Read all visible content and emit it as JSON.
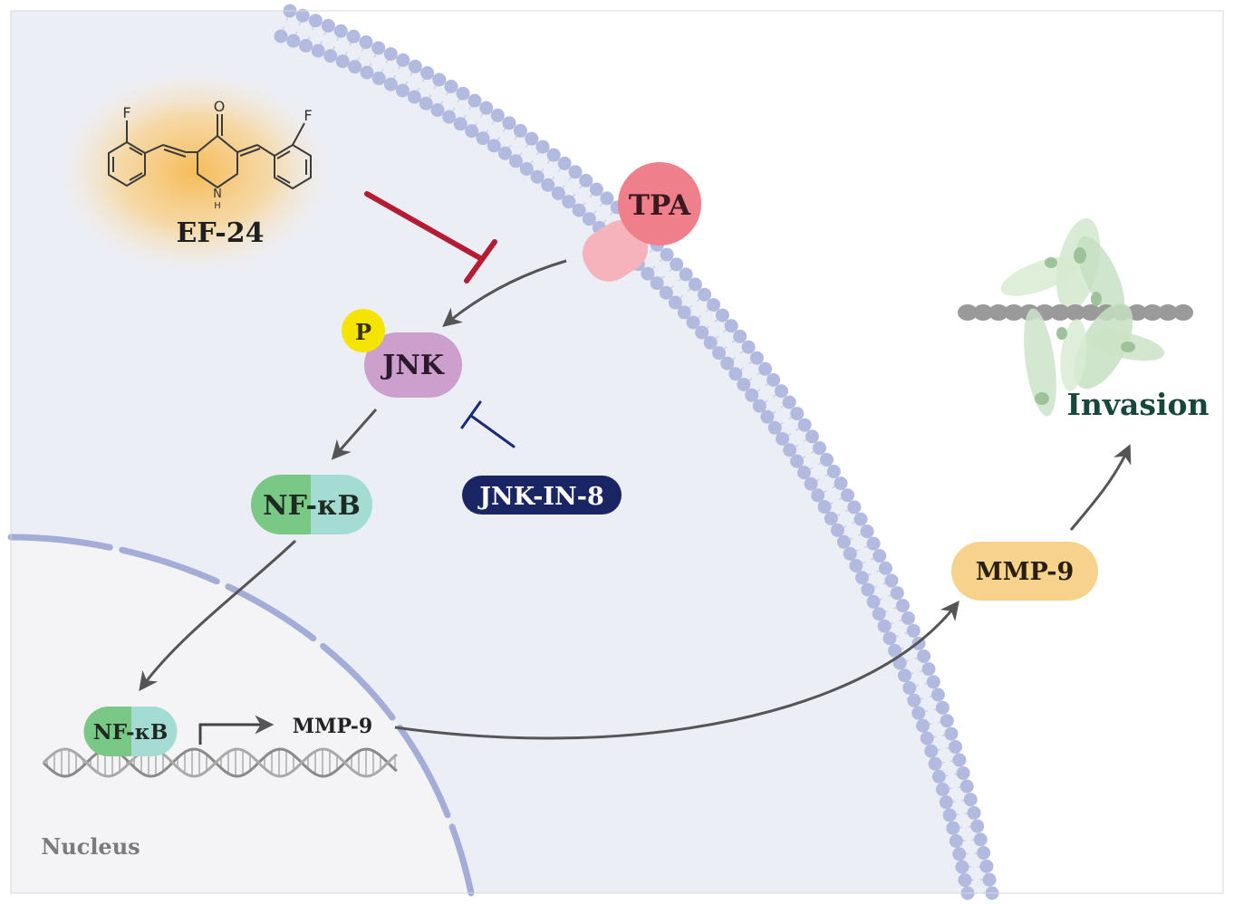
{
  "compound": {
    "name": "EF-24",
    "atoms": {
      "fluorine_left": "F",
      "fluorine_right": "F",
      "oxygen": "O",
      "nitrogen": "N",
      "hydrogen": "H"
    }
  },
  "nodes": {
    "tpa": "TPA",
    "phospho": "P",
    "jnk": "JNK",
    "nfkb_cytoplasm": "NF-κB",
    "jnk_inhibitor": "JNK-IN-8",
    "nfkb_nucleus": "NF-κB",
    "mmp9_gene": "MMP-9",
    "mmp9_protein": "MMP-9",
    "outcome": "Invasion",
    "nucleus_label": "Nucleus"
  },
  "colors": {
    "cytoplasm": "#eceef6",
    "membrane": "#b3bae0",
    "nucleus_envelope": "#a4acd8",
    "tpa": "#ef7f8a",
    "receptor": "#f6b3bb",
    "phospho": "#f5e400",
    "jnk": "#cc9fcd",
    "nfkb_left": "#79c886",
    "nfkb_right": "#a4dcd4",
    "jnk_in_8": "#1a2563",
    "mmp9": "#f6d28d",
    "inhibition_red": "#b51c33",
    "inhibition_blue": "#1b2a7a",
    "arrow": "#555555",
    "invasion_text": "#16473a",
    "ef24_glow": "#f7c56b"
  }
}
